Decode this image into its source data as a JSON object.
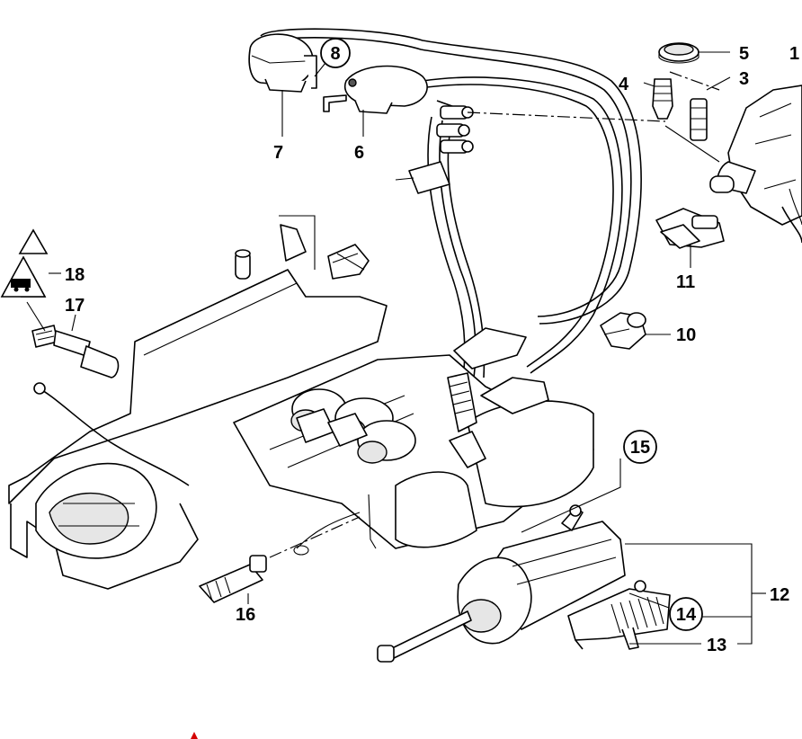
{
  "diagram": {
    "callouts": [
      "1",
      "3",
      "4",
      "5",
      "6",
      "7",
      "8",
      "10",
      "11",
      "12",
      "13",
      "14",
      "15",
      "16",
      "17",
      "18"
    ],
    "circled_callouts": [
      "8",
      "14",
      "15"
    ]
  },
  "colors": {
    "line": "#000000",
    "background": "#ffffff",
    "shade": "#e6e6e6",
    "warning_mark": "#d40000"
  }
}
